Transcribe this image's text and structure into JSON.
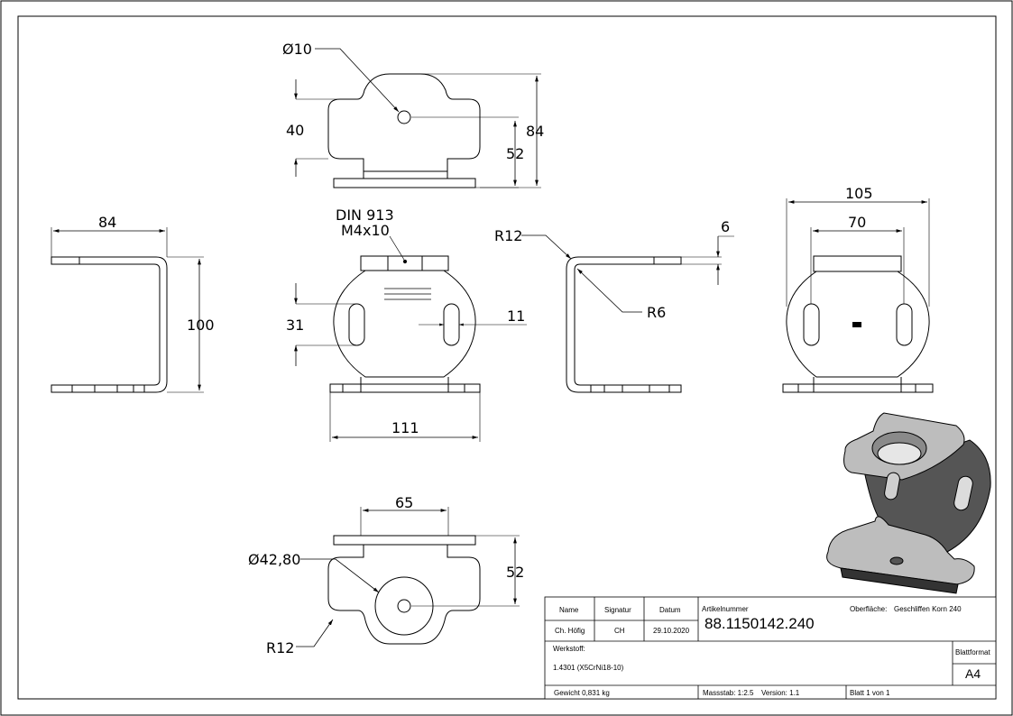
{
  "view_top": {
    "hole_dia": "Ø10",
    "dim_40": "40",
    "dim_52": "52",
    "dim_84": "84"
  },
  "view_left": {
    "dim_84": "84",
    "dim_100": "100"
  },
  "view_front": {
    "note_line1": "DIN 913",
    "note_line2": "M4x10",
    "dim_31": "31",
    "dim_11": "11",
    "dim_111": "111"
  },
  "view_right_side": {
    "r12": "R12",
    "r6": "R6",
    "dim_6": "6"
  },
  "view_back": {
    "dim_105": "105",
    "dim_70": "70"
  },
  "view_bottom": {
    "dim_65": "65",
    "dim_52": "52",
    "hole_dia": "Ø42,80",
    "r12": "R12"
  },
  "title_block": {
    "name_label": "Name",
    "signatur_label": "Signatur",
    "datum_label": "Datum",
    "artikel_label": "Artikelnummer",
    "artikel_value": "88.1150142.240",
    "oberflaeche_label": "Oberfläche:",
    "oberflaeche_value": "Geschliffen Korn 240",
    "name_value": "Ch. Höfig",
    "signatur_value": "CH",
    "datum_value": "29.10.2020",
    "werkstoff_label": "Werkstoff:",
    "werkstoff_value": "1.4301 (X5CrNi18-10)",
    "blattformat_label": "Blattformat",
    "blattformat_value": "A4",
    "gewicht": "Gewicht 0,831 kg",
    "massstab": "Massstab: 1:2.5",
    "version": "Version: 1.1",
    "blatt": "Blatt 1 von 1"
  }
}
